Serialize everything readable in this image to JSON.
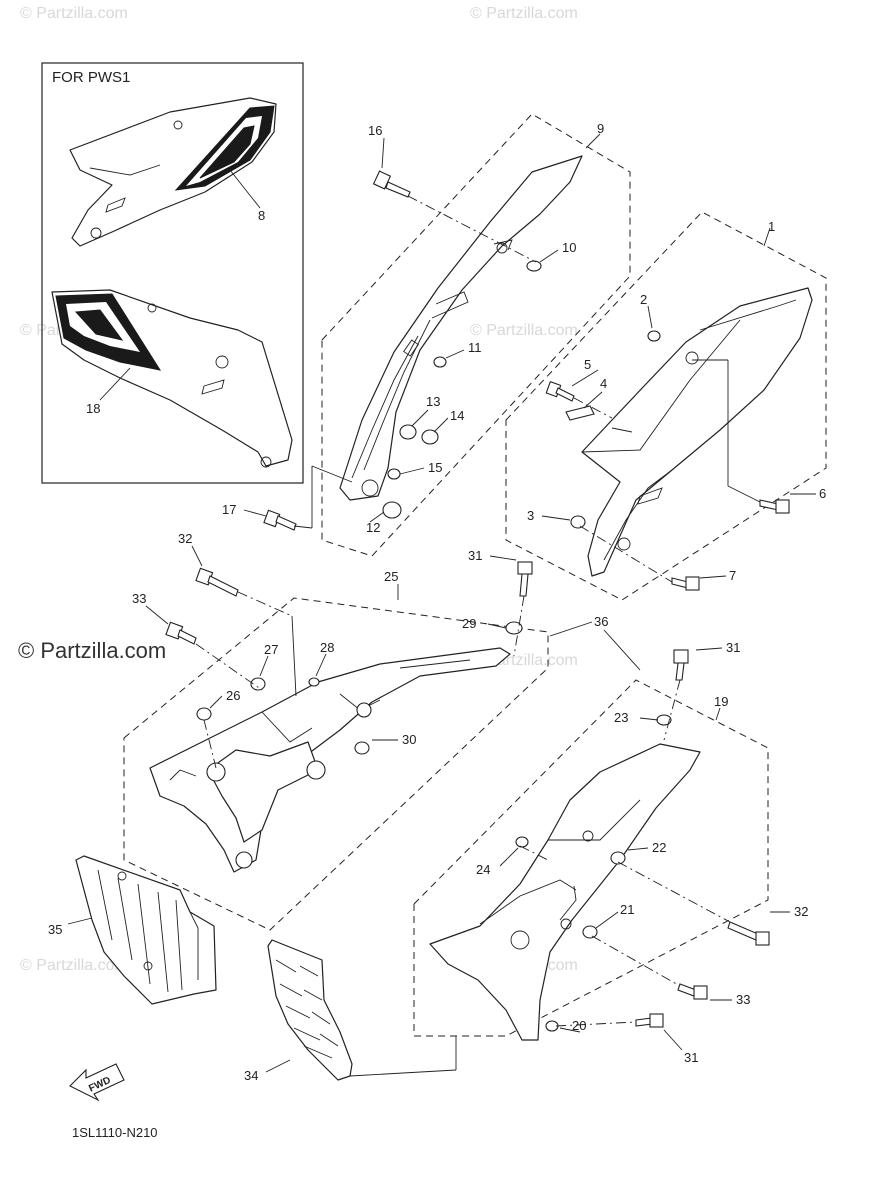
{
  "watermarks": {
    "small": "© Partzilla.com",
    "large": "© Partzilla.com"
  },
  "inset": {
    "title": "FOR PWS1"
  },
  "diagram_code": "1SL1110-N210",
  "fwd_label": "FWD",
  "callouts": {
    "c1": "1",
    "c2": "2",
    "c3": "3",
    "c4": "4",
    "c5": "5",
    "c6": "6",
    "c7": "7",
    "c8": "8",
    "c9": "9",
    "c10": "10",
    "c11": "11",
    "c12": "12",
    "c13": "13",
    "c14": "14",
    "c15": "15",
    "c16": "16",
    "c17": "17",
    "c18": "18",
    "c19": "19",
    "c20": "20",
    "c21": "21",
    "c22": "22",
    "c23": "23",
    "c24": "24",
    "c25": "25",
    "c26": "26",
    "c27": "27",
    "c28": "28",
    "c29": "29",
    "c30": "30",
    "c31a": "31",
    "c31b": "31",
    "c31c": "31",
    "c32a": "32",
    "c32b": "32",
    "c33a": "33",
    "c33b": "33",
    "c34": "34",
    "c35": "35",
    "c36": "36"
  }
}
